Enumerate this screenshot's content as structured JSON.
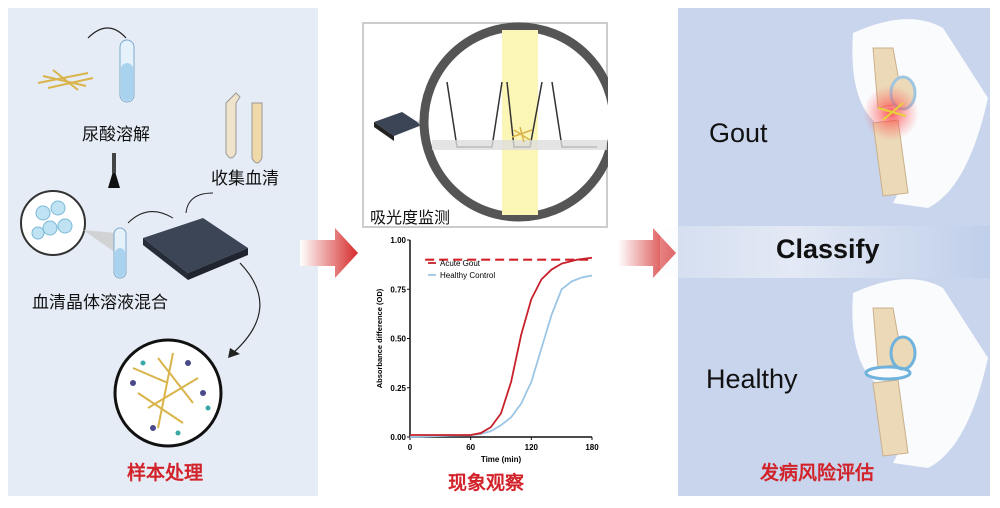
{
  "left_panel": {
    "step_dissolve": "尿酸溶解",
    "step_collect_serum": "收集血清",
    "step_mix": "血清晶体溶液混合",
    "title": "样本处理"
  },
  "middle_panel": {
    "inset_label": "吸光度监测",
    "title": "现象观察"
  },
  "right_panel": {
    "gout_label": "Gout",
    "classify_label": "Classify",
    "healthy_label": "Healthy",
    "title": "发病风险评估"
  },
  "colors": {
    "accent_red": "#d2232a",
    "gout_line": "#c8202a",
    "healthy_line": "#9cc6e6"
  },
  "chart_data": {
    "type": "line",
    "xlabel": "Time (min)",
    "ylabel": "Absorbance difference (OD)",
    "xlim": [
      0,
      180
    ],
    "ylim": [
      0,
      1.0
    ],
    "xticks": [
      "0",
      "60",
      "120",
      "180"
    ],
    "yticks": [
      "0.00",
      "0.25",
      "0.50",
      "0.75",
      "1.00"
    ],
    "legend_position": "top-left",
    "threshold": {
      "y": 0.9,
      "x": [
        15,
        180
      ],
      "style": "dashed"
    },
    "series": [
      {
        "name": "Acute Gout",
        "x": [
          0,
          60,
          70,
          80,
          90,
          100,
          110,
          120,
          130,
          140,
          150,
          165,
          180
        ],
        "y": [
          0.01,
          0.01,
          0.02,
          0.05,
          0.12,
          0.28,
          0.52,
          0.7,
          0.8,
          0.85,
          0.88,
          0.9,
          0.91
        ]
      },
      {
        "name": "Healthy Control",
        "x": [
          0,
          60,
          70,
          80,
          90,
          100,
          110,
          120,
          130,
          140,
          150,
          160,
          170,
          180
        ],
        "y": [
          0.0,
          0.01,
          0.015,
          0.03,
          0.06,
          0.1,
          0.17,
          0.28,
          0.45,
          0.62,
          0.75,
          0.79,
          0.81,
          0.82
        ]
      }
    ]
  }
}
